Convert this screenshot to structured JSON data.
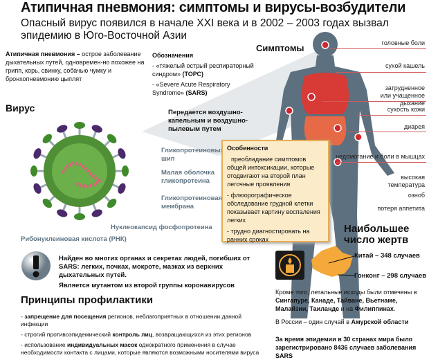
{
  "title": "Атипичная пневмония: симптомы и вирусы-возбудители",
  "subtitle": "Опасный вирус появился в начале XXI века и в 2002 – 2003 годах вызвал эпидемию в Юго-Восточной Азии",
  "definition": {
    "term": "Атипичная пневмония –",
    "text": " острое заболевание дыхательных путей, одновремен-но похожее на грипп, корь, свинку, собачью чумку и бронхопневмонию цыплят"
  },
  "notation": {
    "heading": "Обозначения",
    "line1": "- «тяжелый острый респираторный синдром»",
    "line1_abbr": "(ТОРС)",
    "line2": "- «Severe Acute Respiratory Syndrome» ",
    "line2_abbr": "(SARS)"
  },
  "symptoms": {
    "heading": "Симптомы",
    "items": [
      "головные боли",
      "сухой кашель",
      "затрудненное или учащенное дыхание",
      "сухость кожи",
      "диарея",
      "недомогание и боли в мышцах",
      "высокая температура",
      "озноб",
      "потеря аппетита"
    ]
  },
  "transmission": "Передается воздушно-капельным и воздушно-пылевым путем",
  "virus": {
    "heading": "Вирус",
    "labels": [
      "Гликопротеиновый шип",
      "Малая оболочка гликопротеина",
      "Гликопротеиновая мембрана",
      "Нуклеокапсид фосфопротеина",
      "Рибонуклеиновая кислота (РНК)"
    ]
  },
  "features": {
    "heading": "Особенности",
    "items": [
      "преобладание симптомов общей интоксикации, которые отодвигают на второй план легочные проявления",
      "- флюорографическое обследование грудной клетки показывает картину воспаления легких",
      "- трудно диагностировать на ранних сроках"
    ]
  },
  "warning": {
    "icon": "exclamation-icon",
    "line1": "Найден во многих органах и секретах людей, погибших от SARS: легких, почках, мокроте, мазках из верхних дыхательных путей.",
    "line2": "Является мутантом из второй группы коронавирусов"
  },
  "prevention": {
    "heading": "Принципы профилактики",
    "items": [
      {
        "pre": "- ",
        "bold": "запрещение для посещения",
        "post": " регионов, неблагоприятных в отношении данной инфекции"
      },
      {
        "pre": "- строгий противоэпидемический ",
        "bold": "контроль лиц",
        "post": ", возвращающихся из этих регионов"
      },
      {
        "pre": "- использование ",
        "bold": "индивидуальных масок",
        "post": " однократного применения в случае необходимости контакта с лицами, которые являются возможными носителями вируса"
      }
    ]
  },
  "victims": {
    "heading": "Наибольшее число жертв",
    "icon": "candle-icon",
    "china": "Китай – 348 случаев",
    "hongkong": "Гонконг – 298 случаев",
    "other_pre": "Кроме того, летальные исходы были отмечены в ",
    "other_bold": "Сингапуре, Канаде, Тайване, Вьетнаме, Малайзии, Таиланде",
    "other_mid": " и на ",
    "other_bold2": "Филиппинах",
    "other_end": ".",
    "russia_pre": "В России – один случай в ",
    "russia_bold": "Амурской области",
    "total": "За время эпидемии в 30 странах мира было зарегистрировано 8436 случаев заболевания SARS"
  },
  "colors": {
    "accent": "#d0282e",
    "body": "#5d7080",
    "map": "#f5a93a",
    "virus": "#5a9a3a"
  }
}
